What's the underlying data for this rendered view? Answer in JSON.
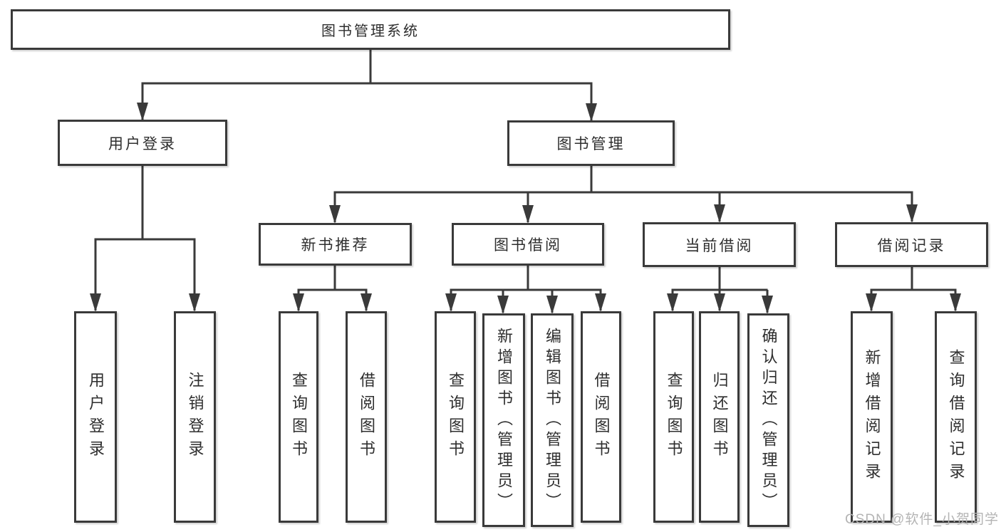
{
  "diagram": {
    "title": "图书管理系统",
    "colors": {
      "line": "#3a3a3a",
      "text": "#2e2e2e",
      "box_background": "#ffffff",
      "watermark": "#b4b4b4"
    },
    "tree": {
      "root": {
        "label": "图书管理系统"
      },
      "branches": [
        {
          "label": "用户登录",
          "children": [
            {
              "label": "用户登录"
            },
            {
              "label": "注销登录"
            }
          ]
        },
        {
          "label": "图书管理",
          "groups": [
            {
              "label": "新书推荐",
              "children": [
                {
                  "label": "查询图书"
                },
                {
                  "label": "借阅图书"
                }
              ]
            },
            {
              "label": "图书借阅",
              "children": [
                {
                  "label": "查询图书"
                },
                {
                  "label": "新增图书（管理员）"
                },
                {
                  "label": "编辑图书（管理员）"
                },
                {
                  "label": "借阅图书"
                }
              ]
            },
            {
              "label": "当前借阅",
              "children": [
                {
                  "label": "查询图书"
                },
                {
                  "label": "归还图书"
                },
                {
                  "label": "确认归还（管理员）"
                }
              ]
            },
            {
              "label": "借阅记录",
              "children": [
                {
                  "label": "新增借阅记录"
                },
                {
                  "label": "查询借阅记录"
                }
              ]
            }
          ]
        }
      ]
    },
    "watermark": "CSDN @软件_小贺同学"
  }
}
